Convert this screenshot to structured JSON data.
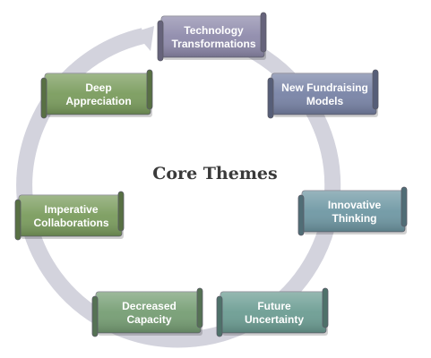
{
  "title": "Core Themes",
  "colors": {
    "ring": "#d3d3dd",
    "purple": "#8e8aab",
    "slate": "#7883a6",
    "teal_blue": "#6f98a4",
    "teal": "#6c9d93",
    "green": "#769e74",
    "olive": "#7a9c5d"
  },
  "themes": [
    {
      "lines": [
        "Technology",
        "Transformations"
      ],
      "color": "#8e8aab"
    },
    {
      "lines": [
        "New Fundraising",
        "Models"
      ],
      "color": "#7883a6"
    },
    {
      "lines": [
        "Innovative",
        "Thinking"
      ],
      "color": "#6f98a4"
    },
    {
      "lines": [
        "Future",
        "Uncertainty"
      ],
      "color": "#6c9d93"
    },
    {
      "lines": [
        "Decreased",
        "Capacity"
      ],
      "color": "#769e74"
    },
    {
      "lines": [
        "Imperative",
        "Collaborations"
      ],
      "color": "#7a9c5d"
    },
    {
      "lines": [
        "Deep",
        "Appreciation"
      ],
      "color": "#7a9c5d"
    }
  ]
}
